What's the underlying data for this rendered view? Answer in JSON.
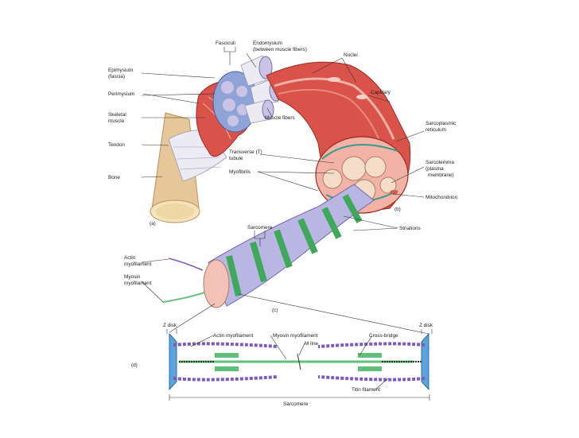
{
  "labels": {
    "fasciculi": "Fasciculi",
    "endomysium_1": "Endomysium",
    "endomysium_2": "(between muscle fibers)",
    "nuclei": "Nuclei",
    "epimysium_1": "Epimysium",
    "epimysium_2": "(fascia)",
    "perimysium": "Perimysium",
    "skeletal_1": "Skeletal",
    "skeletal_2": "muscle",
    "capillary": "Capillary",
    "muscle_fibers": "Muscle fibers",
    "sr_1": "Sarcoplasmic",
    "sr_2": "reticulum",
    "tendon": "Tendon",
    "t_tubule_1": "Transverse (T)",
    "t_tubule_2": "tubule",
    "myofibrils": "Myofibrils",
    "sarcolemma_1": "Sarcolemma",
    "sarcolemma_2": "(plasma",
    "sarcolemma_3": "membrane)",
    "bone": "Bone",
    "mitochondrion": "Mitochondrion",
    "panel_a": "(a)",
    "panel_b": "(b)",
    "sarcomere_top": "Sarcomere",
    "striations": "Striations",
    "actin_1": "Actin",
    "actin_2": "myofilament",
    "myosin_1": "Myosin",
    "myosin_2": "myofilament",
    "panel_c": "(c)",
    "z_disk_left": "Z disk",
    "z_disk_right": "Z disk",
    "actin_myofilament": "Actin myofilament",
    "myosin_myofilament": "Myosin myofilament",
    "cross_bridge": "Cross-bridge",
    "m_line": "M line",
    "panel_d": "(d)",
    "titin": "Titin filament",
    "sarcomere_bottom": "Sarcomere"
  },
  "colors": {
    "muscle_red": "#d9534a",
    "muscle_light": "#f2b3a6",
    "fascicle_blue": "#8fa3d6",
    "fascicle_lilac": "#c9c3e6",
    "bone_tan": "#e6c79a",
    "tendon_white": "#ecebf4",
    "stripe_green": "#3fa85a",
    "stripe_lilac": "#b9b6e3",
    "actin_purple": "#7e5bb8",
    "myosin_green": "#5fc07a",
    "zdisk_blue": "#5aa3db"
  }
}
